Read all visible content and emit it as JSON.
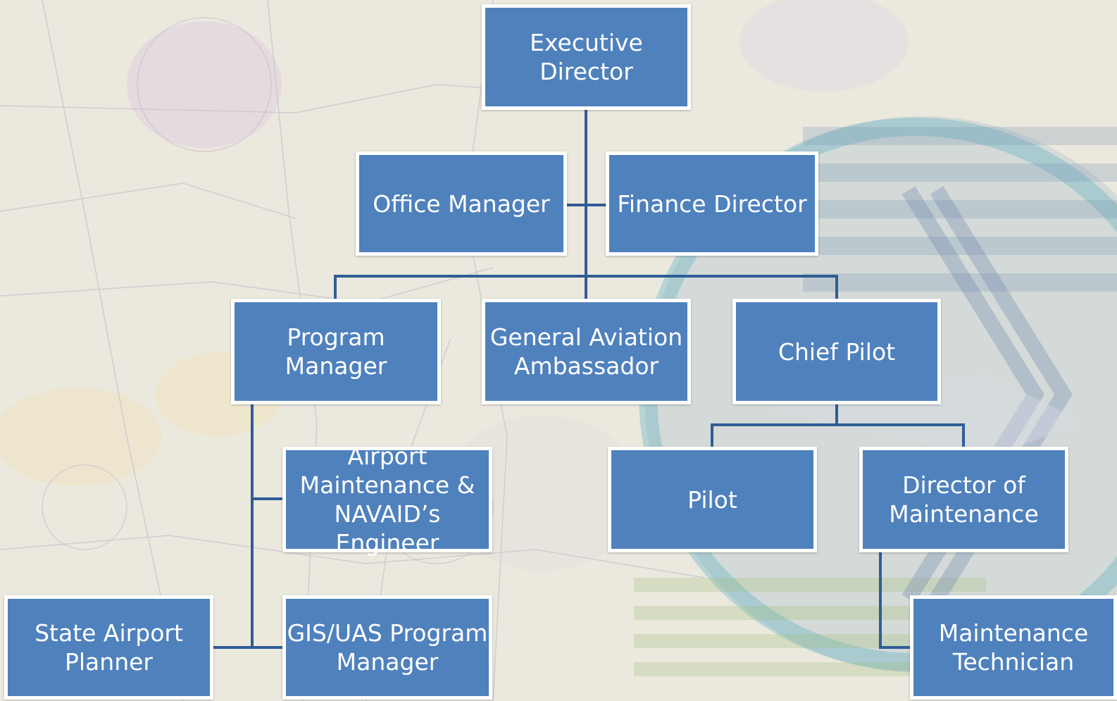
{
  "colors": {
    "box_fill": "#4f81bd",
    "box_border": "#ffffff",
    "connector": "#2f5d96",
    "text": "#ffffff",
    "background": "#e9e6dc"
  },
  "org_chart": {
    "executive_director": "Executive Director",
    "office_manager": "Office Manager",
    "finance_director": "Finance Director",
    "program_manager": "Program Manager",
    "general_aviation_ambassador": "General Aviation\nAmbassador",
    "chief_pilot": "Chief Pilot",
    "airport_maintenance_engineer": "Airport\nMaintenance &\nNAVAID’s Engineer",
    "pilot": "Pilot",
    "director_of_maintenance": "Director of\nMaintenance",
    "state_airport_planner": "State Airport\nPlanner",
    "gis_uas_program_manager": "GIS/UAS Program\nManager",
    "maintenance_technician": "Maintenance\nTechnician"
  }
}
